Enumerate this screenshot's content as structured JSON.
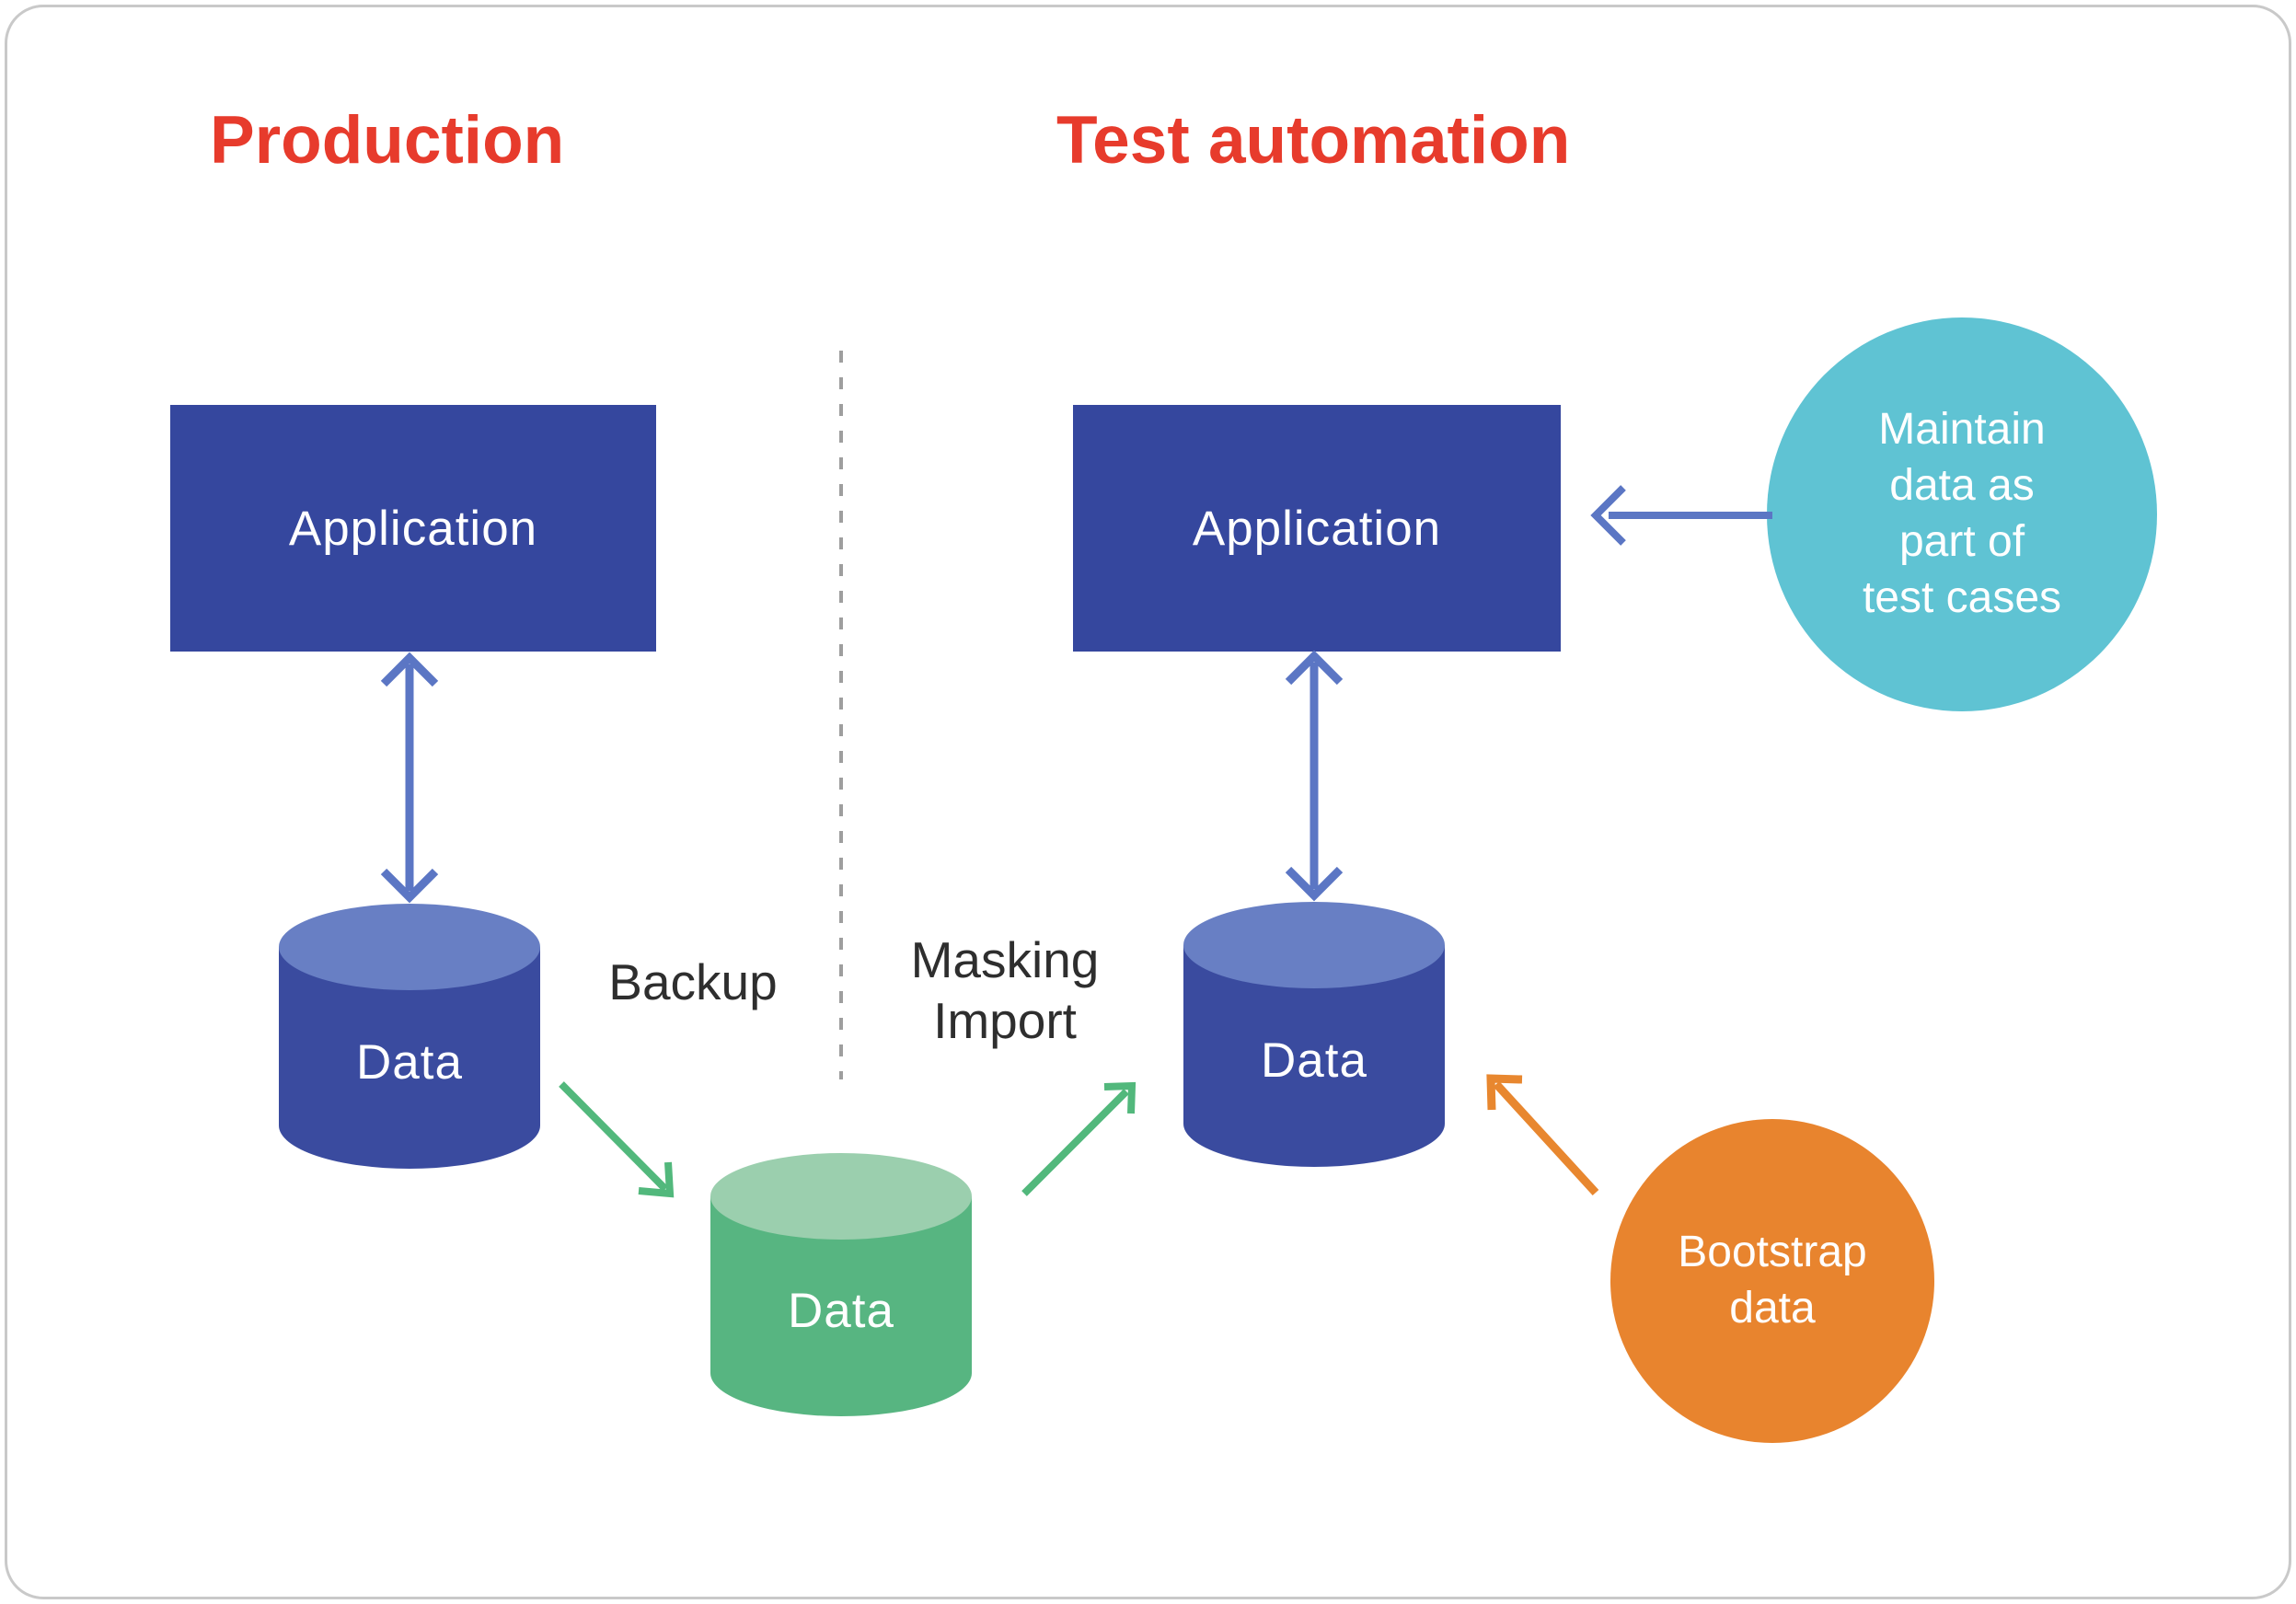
{
  "titles": {
    "production": "Production",
    "test_automation": "Test automation"
  },
  "production": {
    "application_label": "Application",
    "data_label": "Data"
  },
  "test_automation": {
    "application_label": "Application",
    "data_label": "Data"
  },
  "intermediate": {
    "data_label": "Data"
  },
  "flow_labels": {
    "backup": "Backup",
    "masking_import": "Masking\nImport"
  },
  "annotations": {
    "maintain_note": "Maintain\ndata as\npart of\ntest cases",
    "bootstrap_note": "Bootstrap\ndata"
  },
  "colors": {
    "title_red": "#e73b2c",
    "application_box_blue": "#35479e",
    "cylinder_blue_body": "#3a4b9f",
    "cylinder_blue_top": "#687fc4",
    "cylinder_green_body": "#57b581",
    "cylinder_green_top": "#9bcfae",
    "note_teal": "#5fc3d3",
    "note_orange": "#e8842e",
    "arrow_blue": "#5b76c4",
    "arrow_green": "#52b87c",
    "arrow_orange": "#e8872f",
    "flow_label_text": "#2e2e2e",
    "divider_gray": "#9e9e9e",
    "frame_border": "#c9c9c9"
  }
}
